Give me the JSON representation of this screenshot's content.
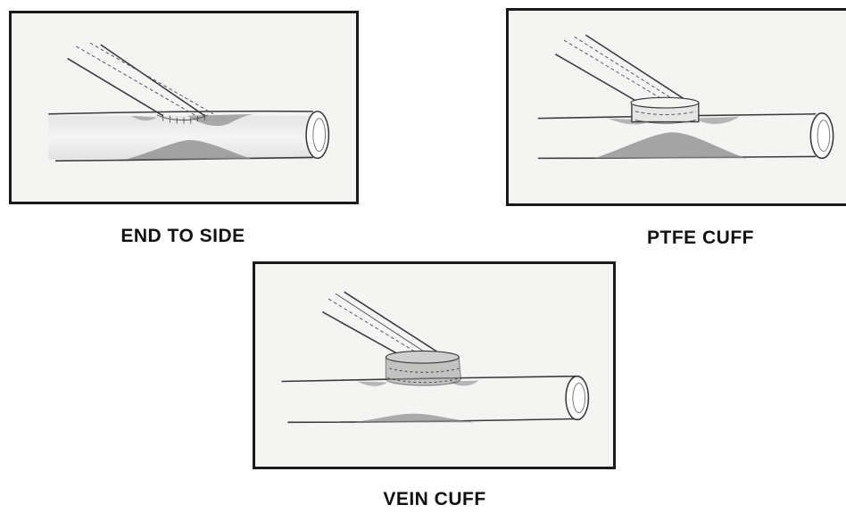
{
  "figures": [
    {
      "caption": "END TO SIDE"
    },
    {
      "caption": "PTFE CUFF"
    },
    {
      "caption": "VEIN CUFF"
    }
  ],
  "colors": {
    "outline": "#1a1a1a",
    "panel_background": "#f4f4f3",
    "vessel_line": "#3a3a3a",
    "plaque_shading": "#8a8a8a",
    "suture": "#555555"
  }
}
